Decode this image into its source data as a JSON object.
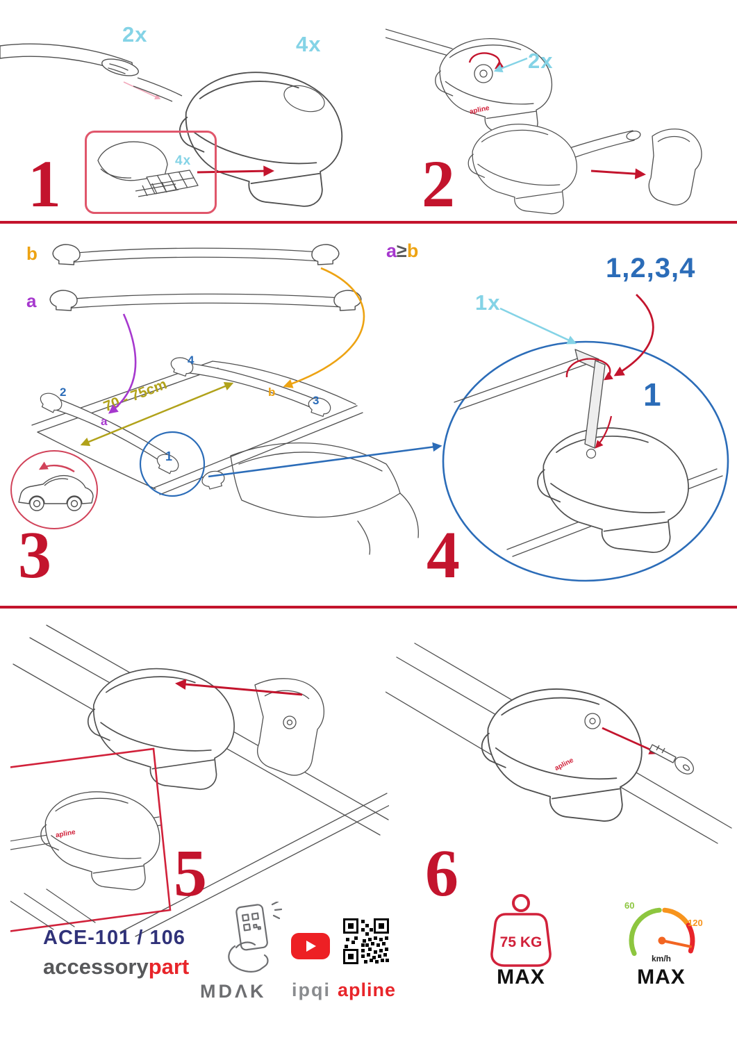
{
  "colors": {
    "accent_red": "#c3142d",
    "cyan": "#84d3e6",
    "blue": "#2b6cb8",
    "purple": "#a638ce",
    "orange": "#eda313",
    "olive": "#b1a21a",
    "navy": "#303279",
    "gray": "#6d6e71"
  },
  "steps": {
    "s1": {
      "num": "1",
      "bar_qty": "2x",
      "foot_qty": "4x",
      "pad_qty": "4x"
    },
    "s2": {
      "num": "2",
      "lock_qty": "2x"
    },
    "s3": {
      "num": "3",
      "bar_a": "a",
      "bar_b": "b",
      "distance": "70 - 75cm",
      "roof": {
        "p1": "1",
        "p2": "2",
        "p3": "3",
        "p4": "4",
        "pa": "a",
        "pb": "b"
      }
    },
    "s4": {
      "num": "4",
      "rule_a": "a",
      "rule_gte": "≥",
      "rule_b": "b",
      "sequence": "1,2,3,4",
      "tool_qty": "1x",
      "callout": "1"
    },
    "s5": {
      "num": "5"
    },
    "s6": {
      "num": "6"
    }
  },
  "brand_mark": "apline",
  "footer": {
    "model": "ACE-101 / 106",
    "brand_gray": "accessory",
    "brand_red": "part",
    "logo_mdak": "MDΛK",
    "logo_ipqi": "ipqi",
    "logo_apline": "apline",
    "weight_value": "75 KG",
    "weight_max": "MAX",
    "speed_low": "60",
    "speed_high": "120",
    "speed_unit": "km/h",
    "speed_max": "MAX"
  },
  "icons": [
    "phone-scan-icon",
    "youtube-icon",
    "qr-code-icon",
    "weight-icon",
    "speedometer-icon"
  ]
}
